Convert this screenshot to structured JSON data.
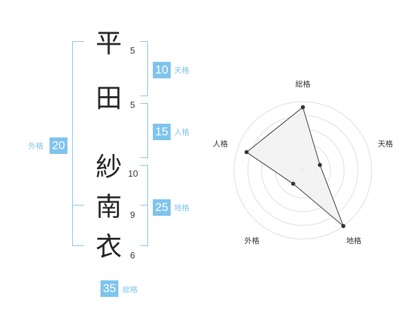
{
  "name": {
    "surname": [
      {
        "char": "平",
        "strokes": "5"
      },
      {
        "char": "田",
        "strokes": "5"
      }
    ],
    "given": [
      {
        "char": "紗",
        "strokes": "10"
      },
      {
        "char": "南",
        "strokes": "9"
      },
      {
        "char": "衣",
        "strokes": "6"
      }
    ]
  },
  "kakusu": {
    "tenkaku": {
      "value": "10",
      "label": "天格"
    },
    "jinkaku": {
      "value": "15",
      "label": "人格"
    },
    "chikaku": {
      "value": "25",
      "label": "地格"
    },
    "gaikaku": {
      "value": "20",
      "label": "外格"
    },
    "soukaku": {
      "value": "35",
      "label": "総格"
    }
  },
  "colors": {
    "accent": "#7fc4ec",
    "text": "#222222",
    "grid": "#dddddd",
    "fill": "#f2f2f2"
  },
  "chart_data": {
    "type": "radar",
    "axes": [
      "総格",
      "天格",
      "地格",
      "外格",
      "人格"
    ],
    "values": [
      4.6,
      1.3,
      5.0,
      1.2,
      4.3
    ],
    "range": [
      0,
      5
    ],
    "rings": 5
  }
}
